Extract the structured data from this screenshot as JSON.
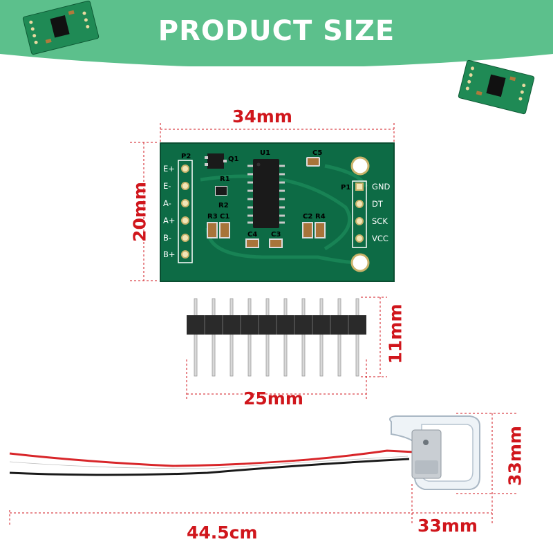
{
  "header": {
    "title": "PRODUCT SIZE"
  },
  "dimensions": {
    "board_width": "34mm",
    "board_height": "20mm",
    "header_height": "11mm",
    "header_width": "25mm",
    "sensor_height": "33mm",
    "sensor_width": "33mm",
    "cable_length": "44.5cm"
  },
  "board": {
    "connector_p2": "P2",
    "connector_p1": "P1",
    "chip": "U1",
    "transistor": "Q1",
    "components": [
      "R1",
      "R2",
      "R3",
      "C1",
      "C2",
      "R4",
      "C3",
      "C4",
      "C5"
    ],
    "left_pins": [
      "E+",
      "E-",
      "A-",
      "A+",
      "B-",
      "B+"
    ],
    "right_pins": [
      "GND",
      "DT",
      "SCK",
      "VCC"
    ]
  },
  "colors": {
    "banner": "#5cc08c",
    "pcb": "#0d6b45",
    "dimension": "#d0161c",
    "wire_red": "#d8262a",
    "wire_black": "#1a1a1a"
  }
}
